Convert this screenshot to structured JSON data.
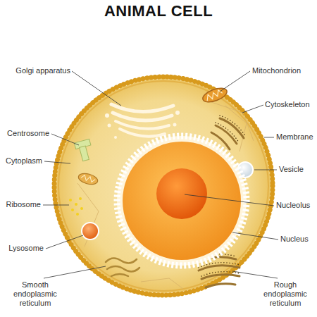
{
  "diagram": {
    "title": "ANIMAL CELL",
    "labels": [
      "Golgi apparatus",
      "Centrosome",
      "Cytoplasm",
      "Ribosome",
      "Lysosome",
      "Smooth endoplasmic reticulum",
      "Mitochondrion",
      "Cytoskeleton",
      "Membrane",
      "Vesicle",
      "Nucleolus",
      "Nucleus",
      "Rough endoplasmic reticulum"
    ]
  }
}
